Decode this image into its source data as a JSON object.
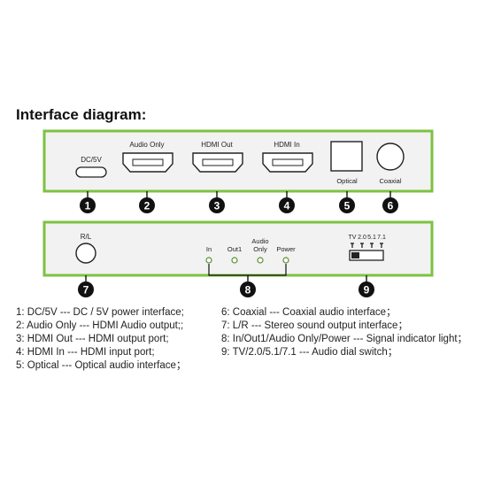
{
  "title": "Interface diagram:",
  "colors": {
    "panel_border": "#7dc242",
    "panel_fill": "#f2f2f2",
    "marker": "#111111"
  },
  "front_panel": {
    "dc_label": "DC/5V",
    "audio_only_label": "Audio Only",
    "hdmi_out_label": "HDMI Out",
    "hdmi_in_label": "HDMI In",
    "optical_label": "Optical",
    "coaxial_label": "Coaxial"
  },
  "back_panel": {
    "rl_label": "R/L",
    "led_in": "In",
    "led_out1": "Out1",
    "led_audio_only_1": "Audio",
    "led_audio_only_2": "Only",
    "led_power": "Power",
    "switch_tv": "TV",
    "switch_20": "2.0",
    "switch_51": "5.1",
    "switch_71": "7.1"
  },
  "markers": [
    "1",
    "2",
    "3",
    "4",
    "5",
    "6",
    "7",
    "8",
    "9"
  ],
  "legend": {
    "left": [
      "1:  DC/5V --- DC / 5V power interface;",
      "2:  Audio Only --- HDMI Audio output;;",
      "3:  HDMI Out --- HDMI output port;",
      "4: HDMI In --- HDMI input port;",
      "5:  Optical --- Optical audio interface；"
    ],
    "right": [
      "6:  Coaxial --- Coaxial audio interface；",
      "7:  L/R --- Stereo sound output interface；",
      "8:  In/Out1/Audio Only/Power --- Signal indicator light；",
      "9: TV/2.0/5.1/7.1 --- Audio dial switch；"
    ]
  }
}
